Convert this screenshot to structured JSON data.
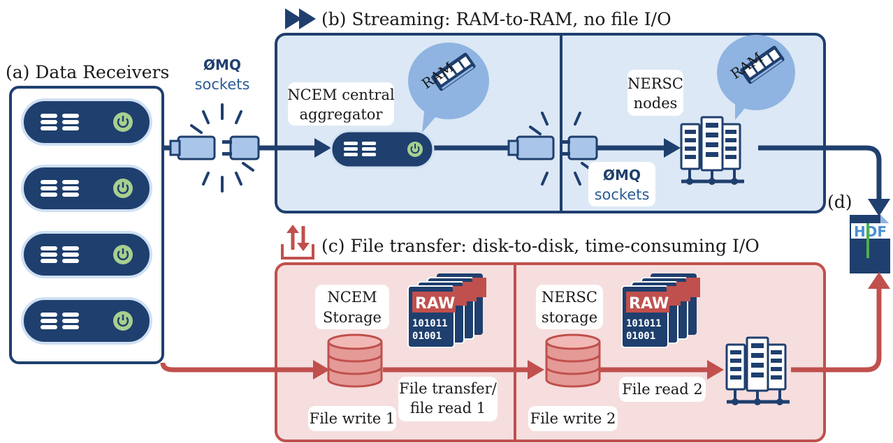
{
  "colors": {
    "navy": "#1f3f6e",
    "navy_light": "#dce8f5",
    "blue_mid": "#8fb4e1",
    "blue_plug": "#a9c6ea",
    "red": "#c0504d",
    "red_light": "#f6dede",
    "red_mid": "#e49a97",
    "green_btn": "#a7cf8f"
  },
  "section_a": {
    "title": "(a) Data Receivers",
    "receiver_count": 4
  },
  "zmq_top": {
    "logo": "ØMQ",
    "label": "sockets"
  },
  "section_b": {
    "title": "(b) Streaming: RAM-to-RAM, no file I/O",
    "aggregator_label_line1": "NCEM central",
    "aggregator_label_line2": "aggregator",
    "nersc_label_line1": "NERSC",
    "nersc_label_line2": "nodes",
    "ram_label": "RAM",
    "zmq_logo": "ØMQ",
    "zmq_label": "sockets"
  },
  "section_c": {
    "title": "(c) File transfer: disk-to-disk, time-consuming I/O",
    "ncem_storage_line1": "NCEM",
    "ncem_storage_line2": "Storage",
    "nersc_storage_line1": "NERSC",
    "nersc_storage_line2": "storage",
    "raw_label": "RAW",
    "binary_line1": "101011",
    "binary_line2": "01001",
    "file_write_1": "File write 1",
    "file_transfer_line1": "File transfer/",
    "file_transfer_line2": "file read 1",
    "file_write_2": "File write 2",
    "file_read_2": "File read 2"
  },
  "section_d": {
    "title": "(d)",
    "file_logo": "HDF"
  }
}
